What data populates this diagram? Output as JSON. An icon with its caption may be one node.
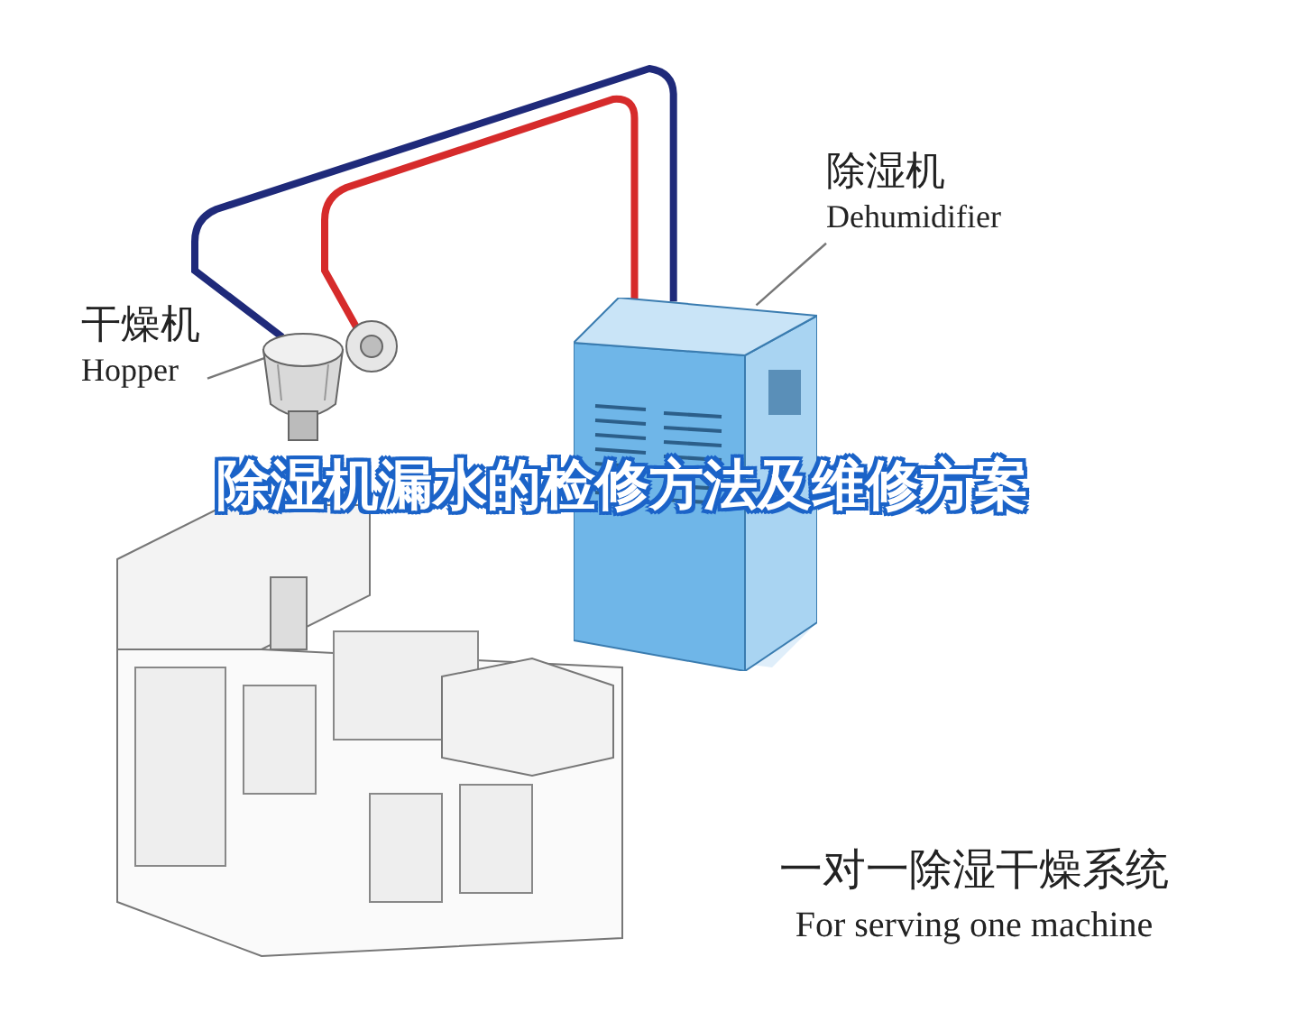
{
  "diagram": {
    "title": "除湿机漏水的检修方法及维修方案",
    "nodes": [
      {
        "text": [
          "除湿机",
          "Dehumidifier"
        ]
      },
      {
        "text": [],
        "shape": "picture"
      },
      {
        "text": [
          "干燥机",
          "Hopper"
        ]
      },
      {
        "text": [],
        "shape": "picture"
      }
    ],
    "edges": [
      {
        "from": 0,
        "to": 1,
        "arrow": "none"
      },
      {
        "from": 2,
        "to": 3,
        "arrow": "none"
      },
      {
        "from": 1,
        "to": 3,
        "arrow": "none",
        "color": "#1f2a7a",
        "style": "thick"
      },
      {
        "from": 1,
        "to": 3,
        "arrow": "none",
        "color": "#d62b2b",
        "style": "thick"
      }
    ],
    "labels": [
      "一对一除湿干燥系统",
      "For serving one machine"
    ]
  }
}
